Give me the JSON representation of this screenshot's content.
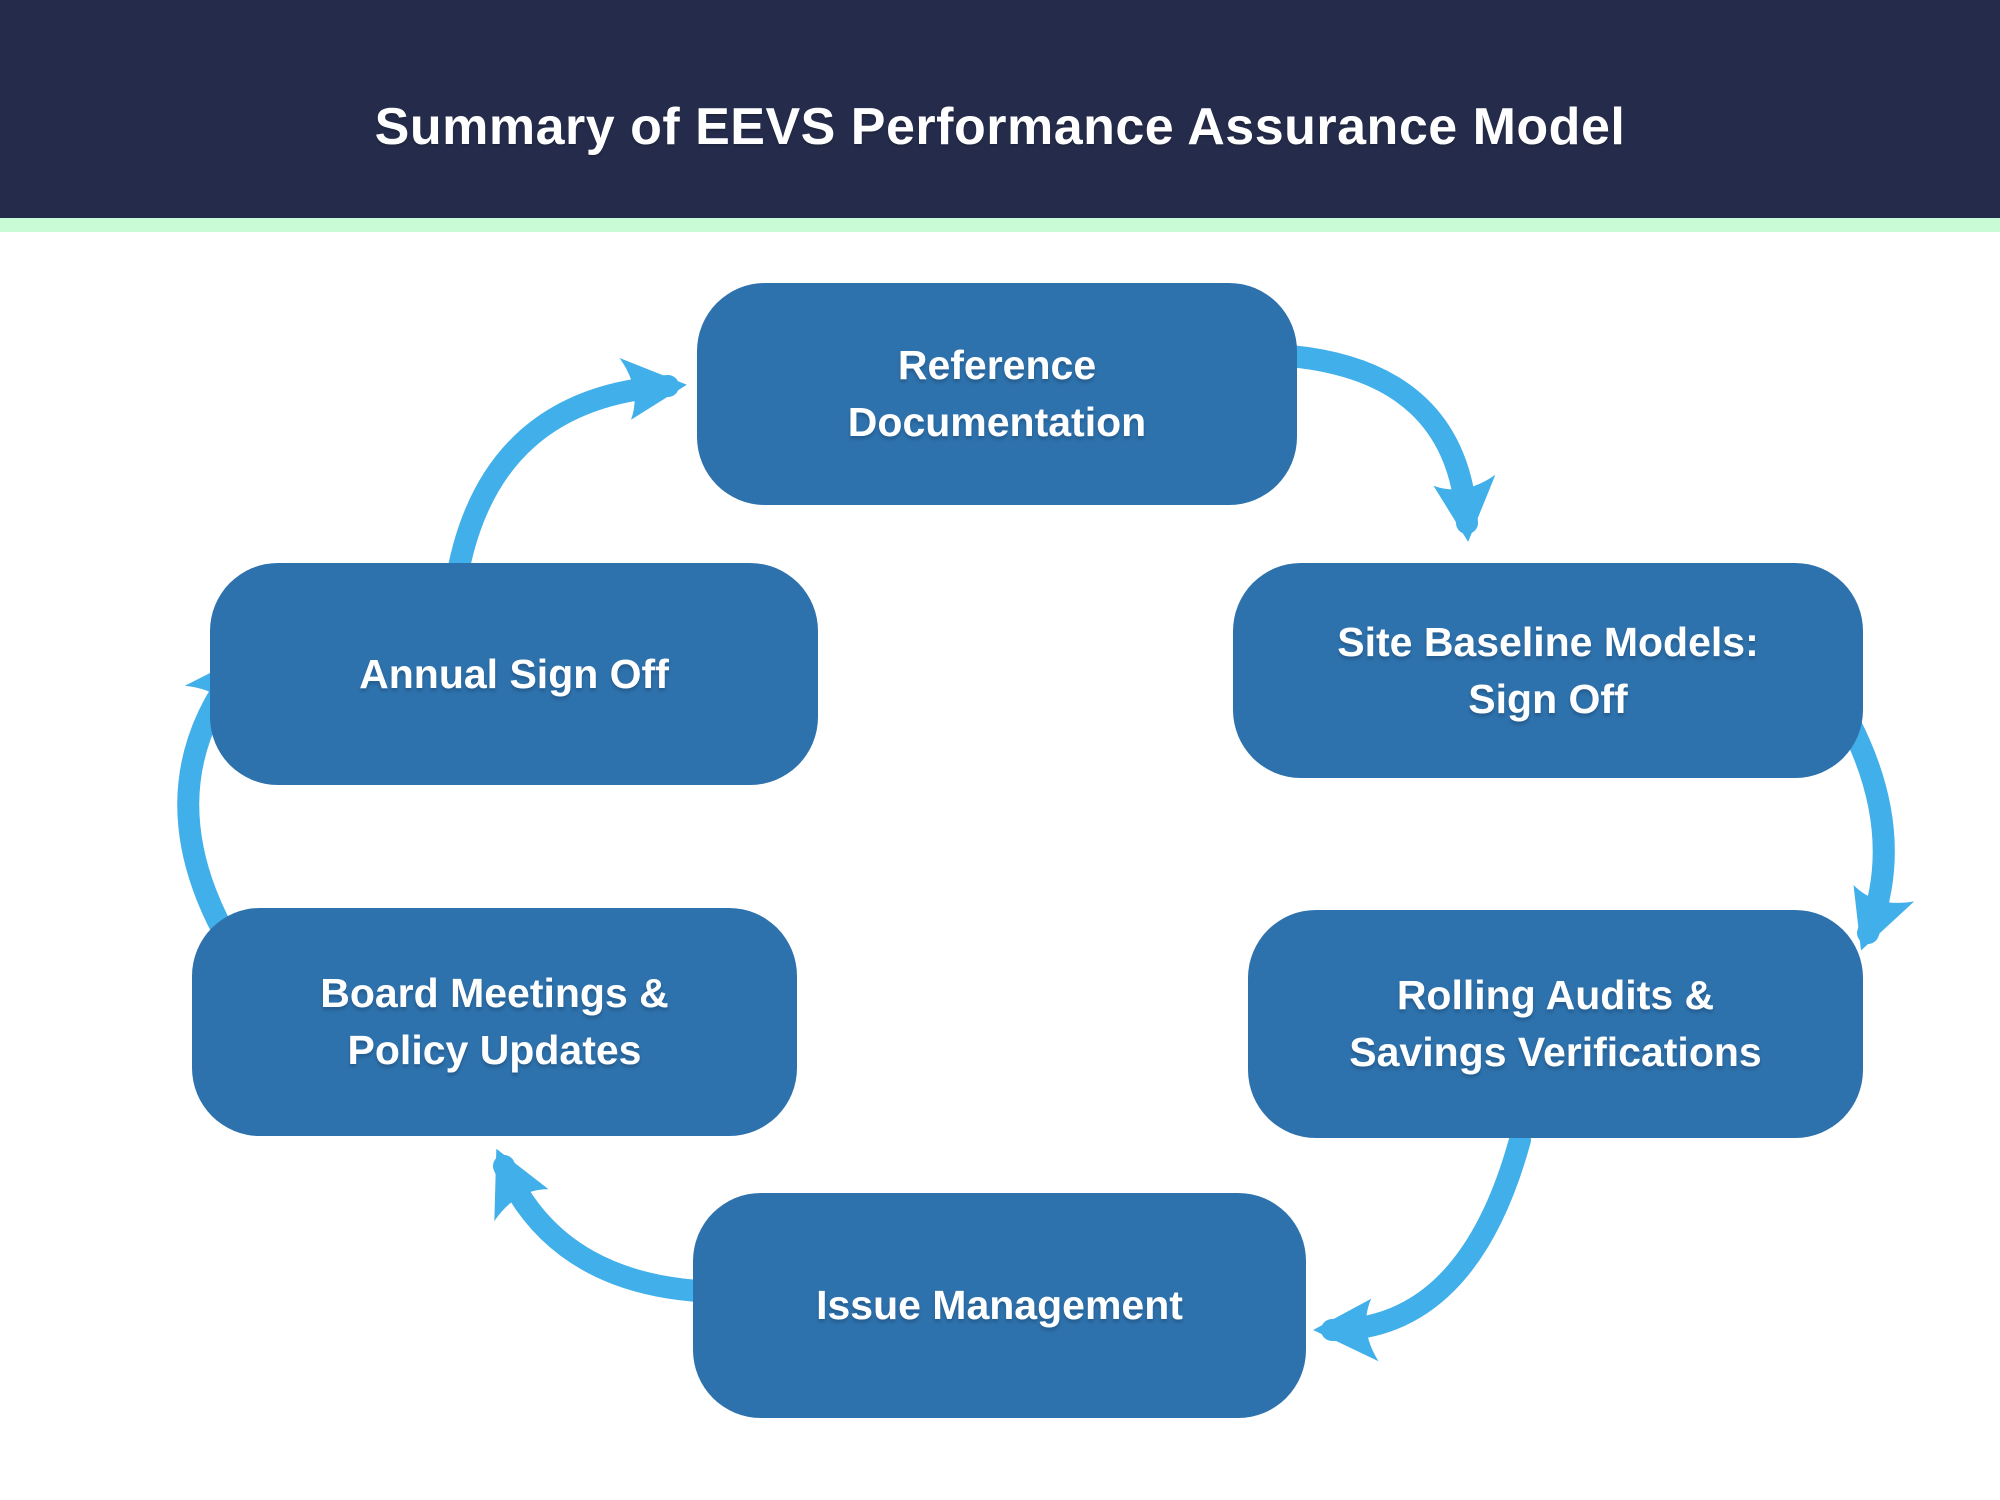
{
  "header": {
    "title": "Summary of EEVS Performance Assurance Model"
  },
  "colors": {
    "header-bg": "#252C4B",
    "divider-green": "#C9FBD6",
    "box-blue": "#2E72AD",
    "arrow-blue": "#41AFE9",
    "label-text": "#FFFFFF",
    "page-bg": "#FFFFFF"
  },
  "diagram": {
    "type": "cycle",
    "boxes": [
      {
        "id": "reference-documentation",
        "lines": [
          "Reference",
          "Documentation"
        ]
      },
      {
        "id": "site-baseline-models-sign-off",
        "lines": [
          "Site Baseline Models:",
          "Sign Off"
        ]
      },
      {
        "id": "rolling-audits-savings-verifications",
        "lines": [
          "Rolling Audits &",
          "Savings Verifications"
        ]
      },
      {
        "id": "issue-management",
        "lines": [
          "Issue Management"
        ]
      },
      {
        "id": "board-meetings-policy-updates",
        "lines": [
          "Board Meetings &",
          "Policy Updates"
        ]
      },
      {
        "id": "annual-sign-off",
        "lines": [
          "Annual Sign Off"
        ]
      }
    ],
    "flow": [
      {
        "from": "reference-documentation",
        "to": "site-baseline-models-sign-off"
      },
      {
        "from": "site-baseline-models-sign-off",
        "to": "rolling-audits-savings-verifications"
      },
      {
        "from": "rolling-audits-savings-verifications",
        "to": "issue-management"
      },
      {
        "from": "issue-management",
        "to": "board-meetings-policy-updates"
      },
      {
        "from": "board-meetings-policy-updates",
        "to": "annual-sign-off"
      },
      {
        "from": "annual-sign-off",
        "to": "reference-documentation"
      }
    ]
  }
}
